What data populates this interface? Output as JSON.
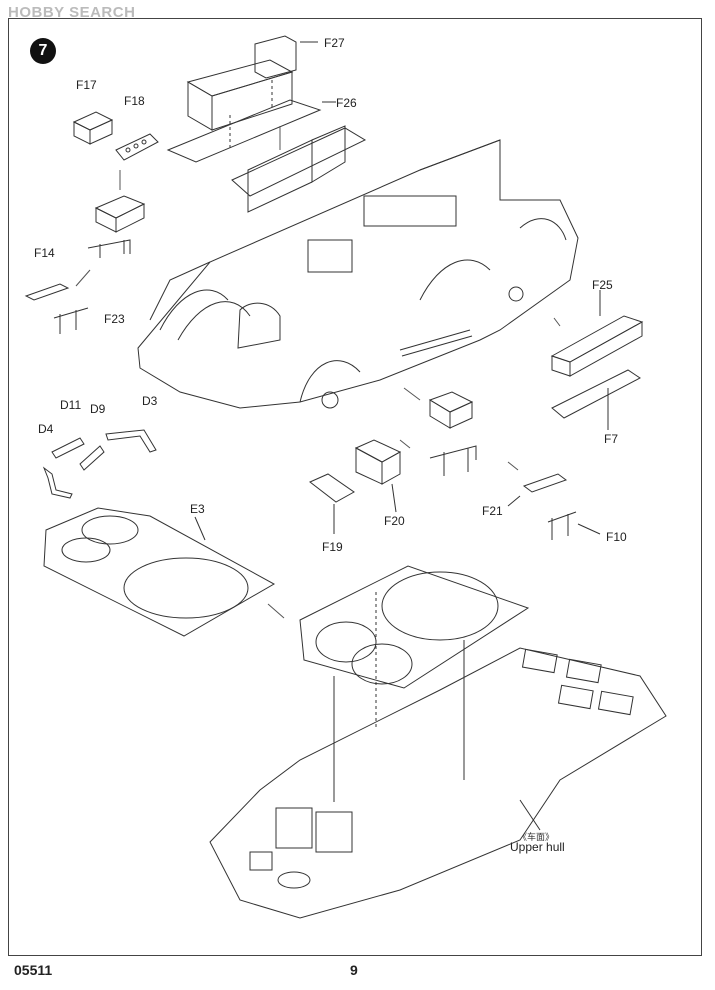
{
  "watermark": "HOBBY SEARCH",
  "step_number": "7",
  "parts": {
    "f27": "F27",
    "f26": "F26",
    "f17": "F17",
    "f18": "F18",
    "f14": "F14",
    "f23": "F23",
    "f25": "F25",
    "f7": "F7",
    "d11": "D11",
    "d9": "D9",
    "d3": "D3",
    "d4": "D4",
    "e3": "E3",
    "f20": "F20",
    "f19": "F19",
    "f21": "F21",
    "f10": "F10"
  },
  "upper_hull_cn": "《车面》",
  "upper_hull_label": "Upper hull",
  "footer": {
    "code": "05511",
    "page": "9"
  }
}
